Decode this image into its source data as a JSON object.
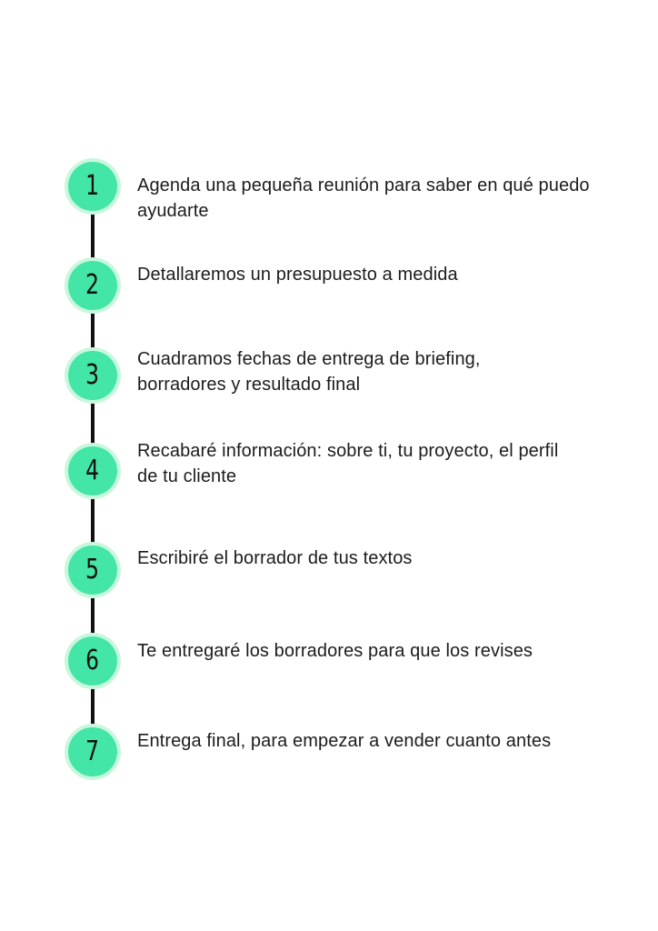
{
  "colors": {
    "circle_fill": "#43e6a6",
    "circle_ring": "#c9f7dd",
    "connector": "#111111",
    "text": "#1c1c1c",
    "background": "#ffffff"
  },
  "steps": [
    {
      "number": "1",
      "text": "Agenda una pequeña reunión para saber en qué puedo ayudarte"
    },
    {
      "number": "2",
      "text": "Detallaremos un presupuesto a medida"
    },
    {
      "number": "3",
      "text": "Cuadramos fechas de entrega de briefing, borradores y resultado final"
    },
    {
      "number": "4",
      "text": "Recabaré información: sobre ti, tu proyecto, el perfil de tu cliente"
    },
    {
      "number": "5",
      "text": "Escribiré el borrador de tus textos"
    },
    {
      "number": "6",
      "text": "Te entregaré los borradores para que los revises"
    },
    {
      "number": "7",
      "text": "Entrega final, para empezar a vender cuanto antes"
    }
  ]
}
